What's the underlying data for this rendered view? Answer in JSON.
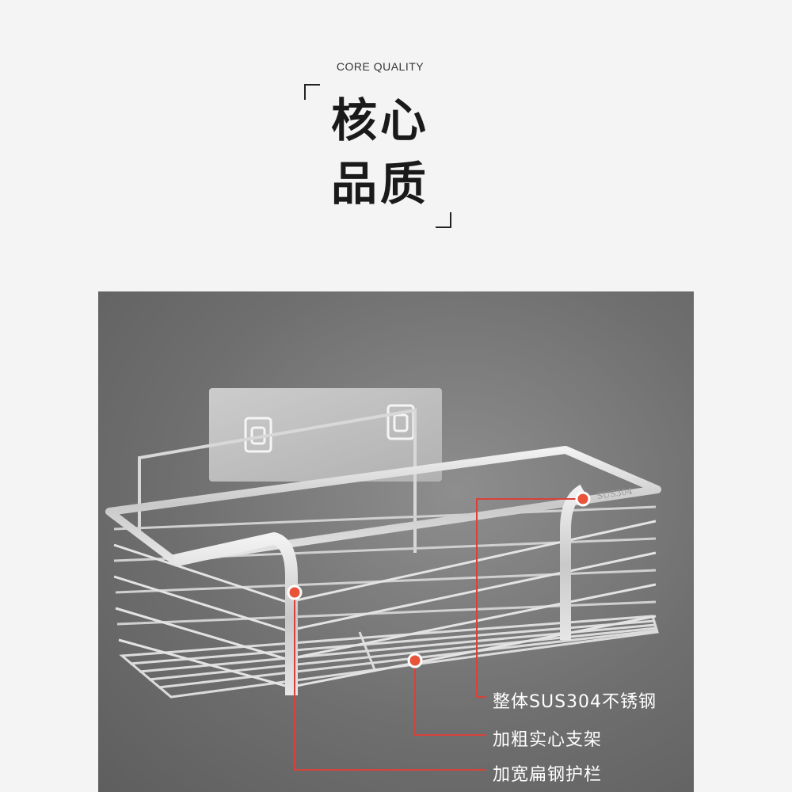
{
  "header": {
    "subtitle": "CORE QUALITY",
    "title_line_1": "核心",
    "title_line_2": "品质"
  },
  "product": {
    "stamp": "SUS304"
  },
  "callouts": [
    {
      "label": "整体SUS304不锈钢"
    },
    {
      "label": "加粗实心支架"
    },
    {
      "label": "加宽扁钢护栏"
    }
  ],
  "colors": {
    "accent": "#e8533a",
    "callout_line": "#d9413a",
    "text_dark": "#1a1a1a"
  }
}
